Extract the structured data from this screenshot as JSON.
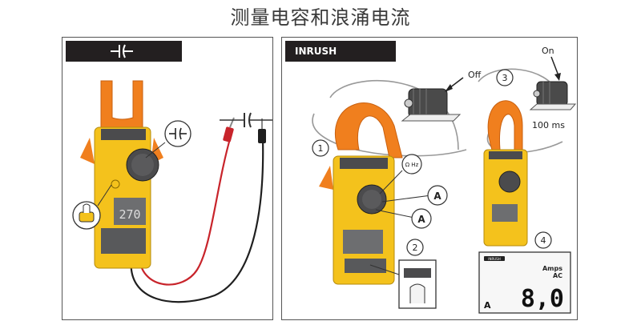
{
  "title": "测量电容和浪涌电流",
  "left_panel": {
    "header_icon": "capacitor-symbol-icon",
    "meter_reading": "270",
    "callout_dial_icon": "capacitor-symbol-icon",
    "callout_button_icon": "finger-press-icon",
    "probe_icon": "capacitor-component-icon"
  },
  "right_panel": {
    "header_label": "INRUSH",
    "steps": [
      "1",
      "2",
      "3",
      "4"
    ],
    "motor_off_label": "Off",
    "motor_on_label": "On",
    "duration_label": "100 ms",
    "dial_callouts": [
      "A",
      "A"
    ],
    "dial_callout_top_label": "Ω Hz",
    "display_units_line1": "Amps",
    "display_units_line2": "AC",
    "display_reading": "8,0",
    "display_mode": "A",
    "display_badge": "INRUSH"
  },
  "colors": {
    "meter_yellow": "#f4c21c",
    "jaw_orange": "#f07f1e",
    "meter_gray": "#6d6e70",
    "probe_red": "#c8242b",
    "header_black": "#231f20"
  }
}
